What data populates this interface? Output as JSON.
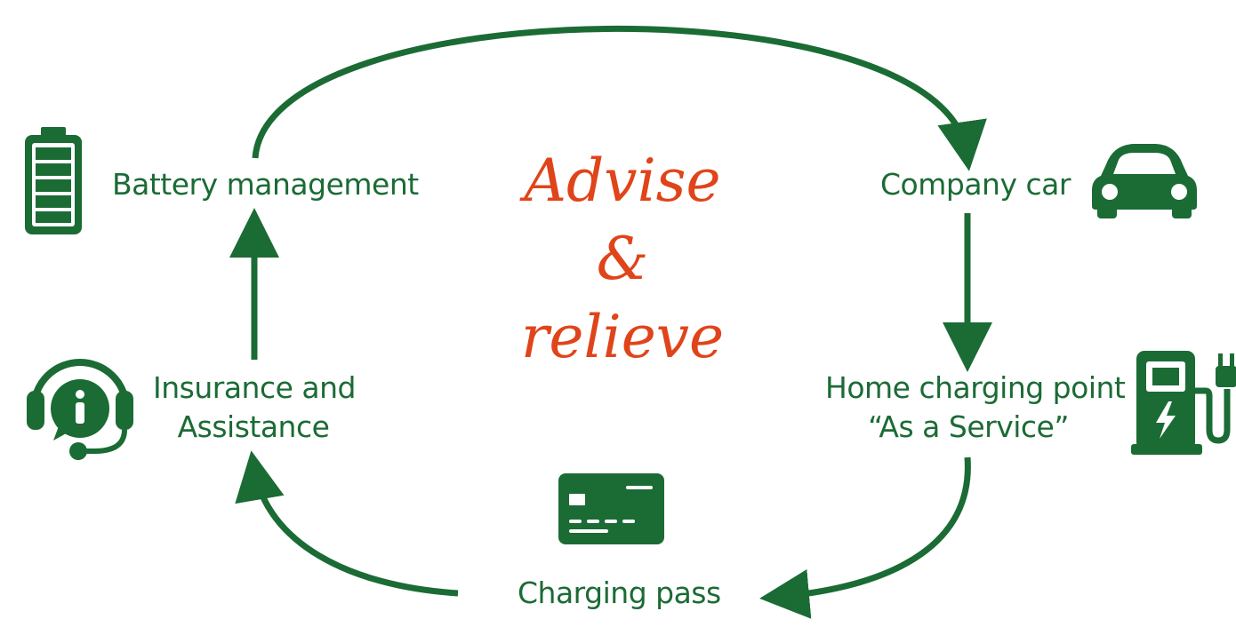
{
  "colors": {
    "primary_green": "#1b6b35",
    "accent_orange": "#e0441a",
    "background": "#ffffff"
  },
  "slogan": {
    "line1": "Advise",
    "line2": "&",
    "line3": "relieve"
  },
  "nodes": {
    "battery": {
      "label": "Battery management",
      "icon": "battery-icon"
    },
    "car": {
      "label": "Company car",
      "icon": "car-icon"
    },
    "home": {
      "line1": "Home charging point",
      "line2": "“As a Service”",
      "icon": "ev-charger-icon"
    },
    "pass": {
      "label": "Charging pass",
      "icon": "credit-card-icon"
    },
    "insurance": {
      "line1": "Insurance and",
      "line2": "Assistance",
      "icon": "headset-info-icon"
    }
  }
}
